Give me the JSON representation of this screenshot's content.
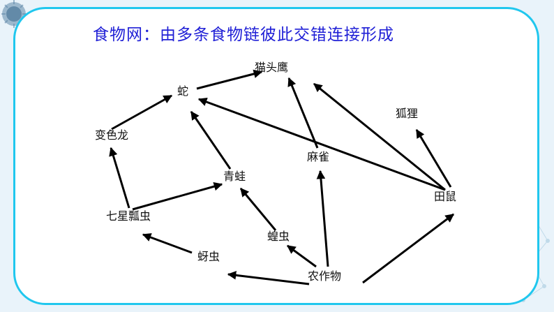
{
  "title": "食物网：由多条食物链彼此交错连接形成",
  "colors": {
    "frame": "#20c7ee",
    "title": "#1f1fd6",
    "arrow": "#000000",
    "background": "#e9f3fa"
  },
  "nodes": {
    "owl": "猫头鹰",
    "snake": "蛇",
    "chameleon": "变色龙",
    "fox": "狐狸",
    "sparrow": "麻雀",
    "frog": "青蛙",
    "mouse": "田鼠",
    "ladybug": "七星瓢虫",
    "locust": "蝗虫",
    "aphid": "蚜虫",
    "crop": "农作物"
  },
  "edges": [
    [
      "snake",
      "owl"
    ],
    [
      "chameleon",
      "snake"
    ],
    [
      "ladybug",
      "chameleon"
    ],
    [
      "frog",
      "snake"
    ],
    [
      "ladybug",
      "frog"
    ],
    [
      "locust",
      "frog"
    ],
    [
      "sparrow",
      "owl"
    ],
    [
      "mouse",
      "owl"
    ],
    [
      "mouse",
      "snake"
    ],
    [
      "mouse",
      "fox"
    ],
    [
      "aphid",
      "ladybug"
    ],
    [
      "crop",
      "aphid"
    ],
    [
      "crop",
      "locust"
    ],
    [
      "crop",
      "sparrow"
    ],
    [
      "crop",
      "mouse"
    ]
  ]
}
